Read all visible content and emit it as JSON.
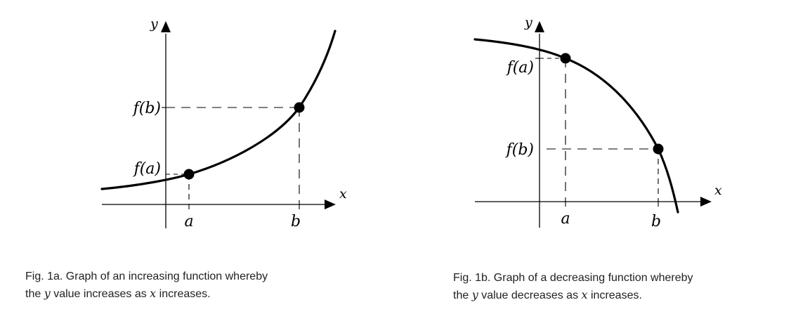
{
  "figures": [
    {
      "id": "1a",
      "y_axis_label": "y",
      "x_axis_label": "x",
      "fa_label": "f(a)",
      "fb_label": "f(b)",
      "a_label": "a",
      "b_label": "b",
      "trend": "increasing",
      "caption": {
        "line1": "Fig. 1a. Graph of an increasing function whereby",
        "line2_pre": "the",
        "var1": "y",
        "line2_mid": "value increases as",
        "var2": "x",
        "line2_post": "increases."
      }
    },
    {
      "id": "1b",
      "y_axis_label": "y",
      "x_axis_label": "x",
      "fa_label": "f(a)",
      "fb_label": "f(b)",
      "a_label": "a",
      "b_label": "b",
      "trend": "decreasing",
      "caption": {
        "line1": "Fig. 1b. Graph of a decreasing function whereby",
        "line2_pre": "the",
        "var1": "y",
        "line2_mid": "value decreases as",
        "var2": "x",
        "line2_post": "increases."
      }
    }
  ],
  "colors": {
    "ink": "#000000",
    "caption_text": "#222222"
  }
}
